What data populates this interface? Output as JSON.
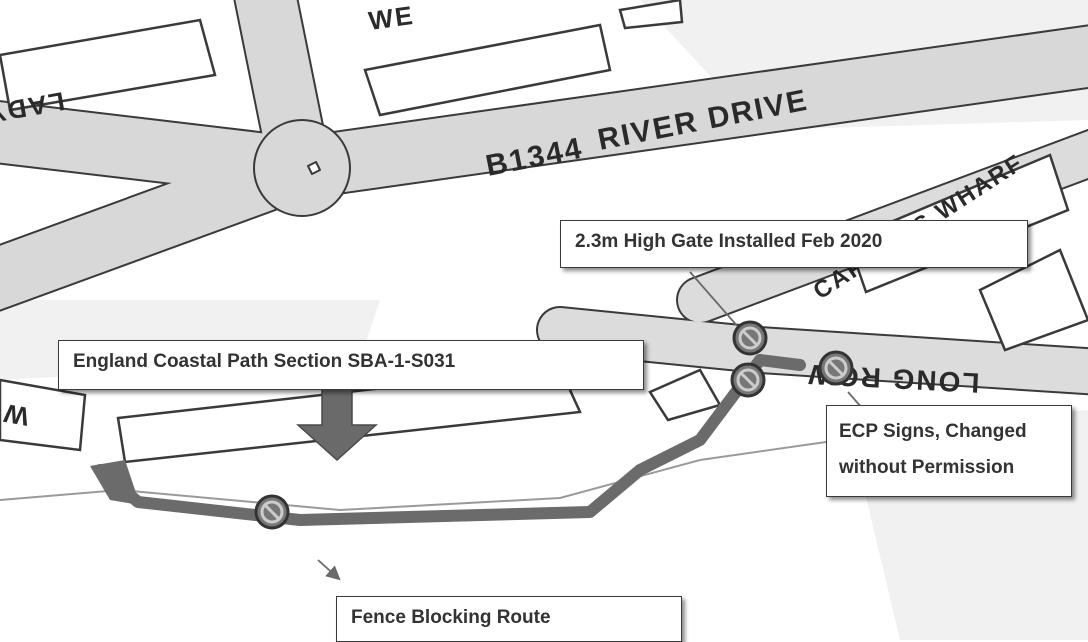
{
  "streets": {
    "b_road_number": "B1344",
    "river_drive": "RIVER DRIVE",
    "ladys": "LADY'S",
    "long_row": "LONG ROW",
    "captains_wharf": "CAPTAINS WHARF",
    "top_fragment": "WE",
    "left_fragment": "W"
  },
  "callouts": {
    "gate": "2.3m High Gate Installed Feb 2020",
    "coastal_path": "England Coastal Path Section SBA-1-S031",
    "ecp_signs_line1": "ECP Signs, Changed",
    "ecp_signs_line2": "without Permission",
    "fence": "Fence Blocking Route"
  },
  "colors": {
    "road_outline": "#3a3a3a",
    "route_line": "#6b6b6b",
    "no_entry_ring": "#555555",
    "background": "#ffffff"
  },
  "icons": [
    "no-entry-icon",
    "down-arrow-icon",
    "leader-arrow-icon"
  ]
}
